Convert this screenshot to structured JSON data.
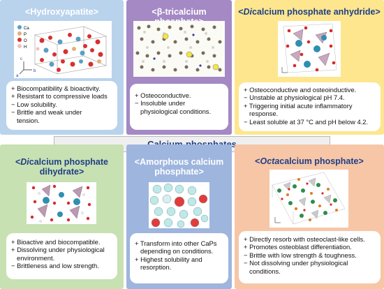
{
  "colors": {
    "hydroxyapatite_bg": "#b9d3ec",
    "beta_tcp_bg": "#a489c4",
    "dcpa_bg": "#fde68e",
    "dcpd_bg": "#c7e1b2",
    "acp_bg": "#9eb5de",
    "ocp_bg": "#f6c6a7",
    "banner_text": "#1f3f86"
  },
  "center_title": "Calcium-phosphates",
  "panels": [
    {
      "title": "<Hydroxyapatite>",
      "lines": [
        "+ Biocompatibility & bioactivity.",
        "+ Resistant to compressive loads",
        "− Low solubility.",
        "− Brittle and weak under",
        "tension."
      ],
      "legend": [
        "Ca",
        "P",
        "O",
        "H"
      ],
      "axes": [
        "a",
        "b",
        "c"
      ]
    },
    {
      "title": "<β-tricalcium phosphate>",
      "lines": [
        "+ Osteoconductive.",
        "− Insoluble under",
        "physiological conditions."
      ]
    },
    {
      "title_pre": "<",
      "title_it": "Di",
      "title_post": "calcium phosphate anhydride>",
      "lines": [
        "+ Osteoconductive and osteoinductive.",
        "− Unstable at physiological pH 7.4.",
        "+ Triggering initial acute inflammatory",
        "response.",
        "− Least soluble at 37 °C and pH below 4.2."
      ]
    },
    {
      "title1_pre": "<",
      "title1_it": "Di",
      "title1_post": "calcium phosphate",
      "title2": "dihydrate>",
      "lines": [
        "+ Bioactive and biocompatible.",
        "+ Dissolving under physiological",
        "environment.",
        "− Brittleness and low strength."
      ]
    },
    {
      "title1": "<Amorphous calcium",
      "title2": "phosphate>",
      "lines": [
        "+ Transform into other CaPs",
        "depending on conditions.",
        "+ Highest solubility and",
        "resorption."
      ]
    },
    {
      "title_pre": "<",
      "title_it": "Octa",
      "title_post": "calcium phosphate>",
      "lines": [
        "+ Directly resorb with osteoclast-like cells.",
        "+ Promotes osteoblast differentiation.",
        "− Brittle with low strength & toughness.",
        "− Not dissolving under physiological",
        "conditions."
      ]
    }
  ]
}
